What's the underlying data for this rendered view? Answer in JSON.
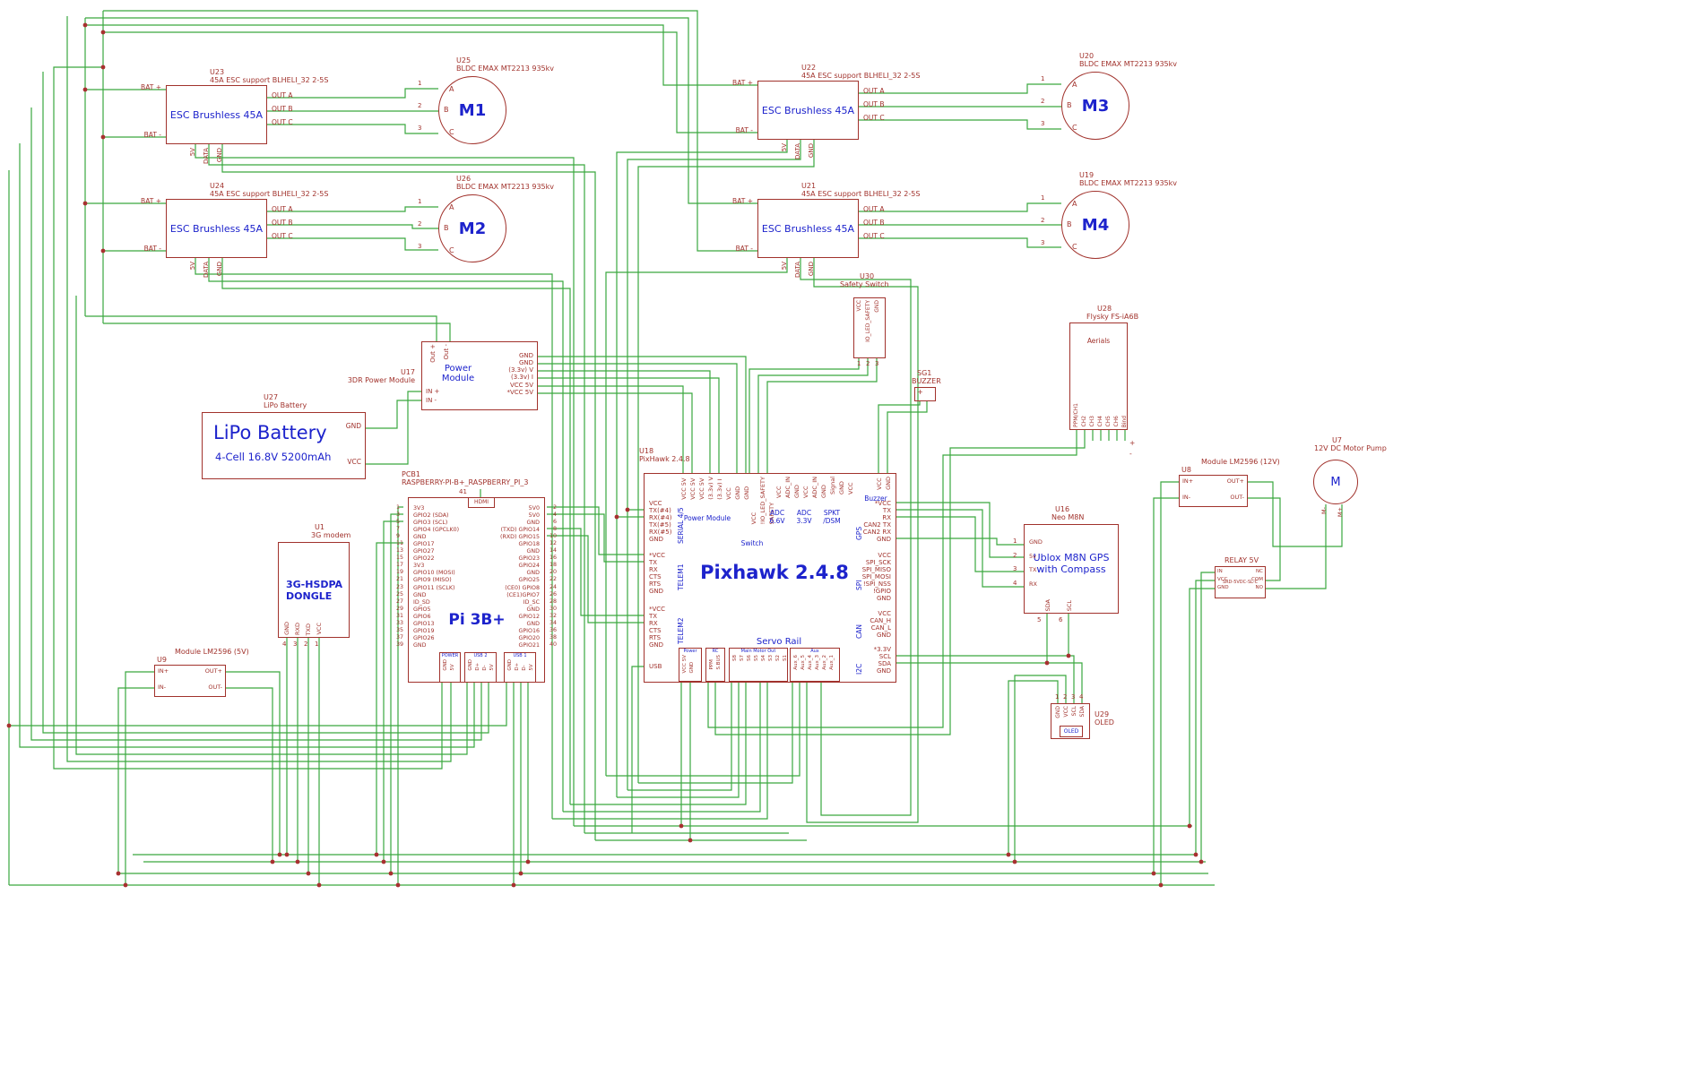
{
  "colors": {
    "wire": "#3aa83f",
    "outline": "#a1322c",
    "label": "#1d23cc",
    "junction": "#a83030",
    "background": "#ffffff"
  },
  "escs": [
    {
      "ref": "U23",
      "desc": "45A ESC support BLHELI_32 2-5S",
      "label": "ESC Brushless 45A",
      "pins_left": [
        "BAT +",
        "BAT -"
      ],
      "pins_right": [
        "OUT A",
        "OUT B",
        "OUT C"
      ],
      "pins_bottom": [
        "5V",
        "DATA",
        "GND"
      ]
    },
    {
      "ref": "U24",
      "desc": "45A ESC support BLHELI_32 2-5S",
      "label": "ESC Brushless 45A",
      "pins_left": [
        "BAT +",
        "BAT -"
      ],
      "pins_right": [
        "OUT A",
        "OUT B",
        "OUT C"
      ],
      "pins_bottom": [
        "5V",
        "DATA",
        "GND"
      ]
    },
    {
      "ref": "U22",
      "desc": "45A ESC support BLHELI_32 2-5S",
      "label": "ESC Brushless 45A",
      "pins_left": [
        "BAT +",
        "BAT -"
      ],
      "pins_right": [
        "OUT A",
        "OUT B",
        "OUT C"
      ],
      "pins_bottom": [
        "5V",
        "DATA",
        "GND"
      ]
    },
    {
      "ref": "U21",
      "desc": "45A ESC support BLHELI_32 2-5S",
      "label": "ESC Brushless 45A",
      "pins_left": [
        "BAT +",
        "BAT -"
      ],
      "pins_right": [
        "OUT A",
        "OUT B",
        "OUT C"
      ],
      "pins_bottom": [
        "5V",
        "DATA",
        "GND"
      ]
    }
  ],
  "motors": [
    {
      "ref": "U25",
      "desc": "BLDC EMAX MT2213 935kv",
      "label": "M1",
      "phases": [
        "A",
        "B",
        "C"
      ],
      "pin_numbers": [
        "1",
        "2",
        "3"
      ]
    },
    {
      "ref": "U26",
      "desc": "BLDC EMAX MT2213 935kv",
      "label": "M2",
      "phases": [
        "A",
        "B",
        "C"
      ],
      "pin_numbers": [
        "1",
        "2",
        "3"
      ]
    },
    {
      "ref": "U20",
      "desc": "BLDC EMAX MT2213 935kv",
      "label": "M3",
      "phases": [
        "A",
        "B",
        "C"
      ],
      "pin_numbers": [
        "1",
        "2",
        "3"
      ]
    },
    {
      "ref": "U19",
      "desc": "BLDC EMAX MT2213 935kv",
      "label": "M4",
      "phases": [
        "A",
        "B",
        "C"
      ],
      "pin_numbers": [
        "1",
        "2",
        "3"
      ]
    }
  ],
  "safety_switch": {
    "ref": "U30",
    "desc": "Safety Switch",
    "pins": [
      {
        "num": "1",
        "name": "VCC"
      },
      {
        "num": "2",
        "name": "IO_LED_SAFETY"
      },
      {
        "num": "3",
        "name": "GND"
      }
    ]
  },
  "buzzer": {
    "ref": "SG1",
    "desc": "BUZZER",
    "plus": "+"
  },
  "power_module": {
    "ref": "U17",
    "desc": "3DR Power Module",
    "label": "Power Module",
    "pins_top": [
      "Out +",
      "Out -"
    ],
    "pins_left": [
      "IN +",
      "IN -"
    ],
    "pins_right": [
      "GND",
      "GND",
      "(3.3v) V",
      "(3.3v) I",
      "VCC 5V",
      "*VCC 5V"
    ]
  },
  "battery": {
    "ref": "U27",
    "desc": "LiPo Battery",
    "label": "LiPo Battery",
    "sublabel": "4-Cell 16.8V 5200mAh",
    "pins_right": [
      "GND",
      "VCC"
    ]
  },
  "receiver": {
    "ref": "U28",
    "desc": "Flysky FS-iA6B",
    "top_label": "Aerials",
    "pins_bottom": [
      "PPM/CH1",
      "CH2",
      "CH3",
      "CH4",
      "CH5",
      "CH6",
      "Bind"
    ],
    "pins_right": [
      "+",
      "-"
    ]
  },
  "pixhawk": {
    "ref": "U18",
    "desc": "PixHawk 2.4.8",
    "label": "Pixhawk 2.4.8",
    "usb_pin": "USB",
    "servo_label": "Servo Rail",
    "top_groups": [
      {
        "label": "Power Module",
        "pins": [
          "VCC 5V",
          "VCC 5V",
          "VCC 5V",
          "(3.3v) V",
          "(3.3v) I",
          "VCC",
          "GND",
          "GND"
        ]
      },
      {
        "label": "Switch",
        "pins": [
          "VCC",
          "!IO_LED_SAFETY",
          "SAFETY"
        ]
      },
      {
        "label": "ADC 6.6V",
        "pins": [
          "VCC",
          "ADC_IN",
          "GND"
        ]
      },
      {
        "label": "ADC 3.3V",
        "pins": [
          "VCC",
          "ADC_IN",
          "GND"
        ]
      },
      {
        "label": "SPKT /DSM",
        "pins": [
          "Signal",
          "GND",
          "VCC"
        ]
      },
      {
        "label": "Buzzer",
        "pins": [
          "VCC",
          "GND"
        ]
      }
    ],
    "left_groups": [
      {
        "label": "SERIAL 4/5",
        "pins": [
          "VCC",
          "TX(#4)",
          "RX(#4)",
          "TX(#5)",
          "RX(#5)",
          "GND"
        ]
      },
      {
        "label": "TELEM1",
        "pins": [
          "*VCC",
          "TX",
          "RX",
          "CTS",
          "RTS",
          "GND"
        ]
      },
      {
        "label": "TELEM2",
        "pins": [
          "*VCC",
          "TX",
          "RX",
          "CTS",
          "RTS",
          "GND"
        ]
      }
    ],
    "right_groups": [
      {
        "label": "GPS",
        "pins": [
          "*VCC",
          "TX",
          "RX",
          "CAN2 TX",
          "CAN2 RX",
          "GND"
        ]
      },
      {
        "label": "SPI",
        "pins": [
          "VCC",
          "SPI_SCK",
          "SPI_MISO",
          "SPI_MOSI",
          "!SPI_NSS",
          "!GPIO",
          "GND"
        ]
      },
      {
        "label": "CAN",
        "pins": [
          "VCC",
          "CAN_H",
          "CAN_L",
          "GND"
        ]
      },
      {
        "label": "I2C",
        "pins": [
          "*3.3V",
          "SCL",
          "SDA",
          "GND"
        ]
      }
    ],
    "bottom_groups": [
      {
        "label": "Power",
        "pins": [
          "VCC 5V",
          "GND"
        ]
      },
      {
        "label": "RC",
        "pins": [
          "PPM",
          "S.BUS"
        ]
      },
      {
        "label": "Main Motor Out",
        "pins": [
          "S8",
          "S7",
          "S6",
          "S5",
          "S4",
          "S3",
          "S2",
          "S1"
        ]
      },
      {
        "label": "Aux",
        "pins": [
          "Aux_6",
          "Aux_5",
          "Aux_4",
          "Aux_3",
          "Aux_2",
          "Aux_1"
        ]
      }
    ]
  },
  "raspberry_pi": {
    "ref": "PCB1",
    "desc": "RASPBERRY-PI-B+_RASPBERRY_PI_3",
    "label": "Pi 3B+",
    "hdmi": {
      "num": "41",
      "label": "HDMI"
    },
    "left_pins": [
      {
        "num": "1",
        "name": "3V3"
      },
      {
        "num": "3",
        "name": "GPIO2 (SDA)"
      },
      {
        "num": "5",
        "name": "GPIO3 (SCL)"
      },
      {
        "num": "7",
        "name": "GPIO4 (GPCLK0)"
      },
      {
        "num": "9",
        "name": "GND"
      },
      {
        "num": "11",
        "name": "GPIO17"
      },
      {
        "num": "13",
        "name": "GPIO27"
      },
      {
        "num": "15",
        "name": "GPIO22"
      },
      {
        "num": "17",
        "name": "3V3"
      },
      {
        "num": "19",
        "name": "GPIO10 (MOSI)"
      },
      {
        "num": "21",
        "name": "GPIO9 (MISO)"
      },
      {
        "num": "23",
        "name": "GPIO11 (SCLK)"
      },
      {
        "num": "25",
        "name": "GND"
      },
      {
        "num": "27",
        "name": "ID_SD"
      },
      {
        "num": "29",
        "name": "GPIO5"
      },
      {
        "num": "31",
        "name": "GPIO6"
      },
      {
        "num": "33",
        "name": "GPIO13"
      },
      {
        "num": "35",
        "name": "GPIO19"
      },
      {
        "num": "37",
        "name": "GPIO26"
      },
      {
        "num": "39",
        "name": "GND"
      }
    ],
    "right_pins": [
      {
        "num": "2",
        "name": "5V0"
      },
      {
        "num": "4",
        "name": "5V0"
      },
      {
        "num": "6",
        "name": "GND"
      },
      {
        "num": "8",
        "name": "(TXD) GPIO14"
      },
      {
        "num": "10",
        "name": "(RXD) GPIO15"
      },
      {
        "num": "12",
        "name": "GPIO18"
      },
      {
        "num": "14",
        "name": "GND"
      },
      {
        "num": "16",
        "name": "GPIO23"
      },
      {
        "num": "18",
        "name": "GPIO24"
      },
      {
        "num": "20",
        "name": "GND"
      },
      {
        "num": "22",
        "name": "GPIO25"
      },
      {
        "num": "24",
        "name": "(CE0) GPIO8"
      },
      {
        "num": "26",
        "name": "(CE1)GPIO7"
      },
      {
        "num": "28",
        "name": "ID_SC"
      },
      {
        "num": "30",
        "name": "GND"
      },
      {
        "num": "32",
        "name": "GPIO12"
      },
      {
        "num": "34",
        "name": "GND"
      },
      {
        "num": "36",
        "name": "GPIO16"
      },
      {
        "num": "38",
        "name": "GPIO20"
      },
      {
        "num": "40",
        "name": "GPIO21"
      }
    ],
    "bottom_groups": [
      {
        "label": "POWER",
        "pins": [
          "GND",
          "5V"
        ]
      },
      {
        "label": "USB 2",
        "pins": [
          "GND",
          "D+",
          "D-",
          "5V"
        ]
      },
      {
        "label": "USB 1",
        "pins": [
          "GND",
          "D+",
          "D-",
          "5V"
        ]
      }
    ]
  },
  "modem": {
    "ref": "U1",
    "desc": "3G modem",
    "label_line1": "3G-HSDPA",
    "label_line2": "DONGLE",
    "pins_bottom": [
      {
        "num": "4",
        "name": "GND"
      },
      {
        "num": "3",
        "name": "RXD"
      },
      {
        "num": "2",
        "name": "TXD"
      },
      {
        "num": "1",
        "name": "VCC"
      }
    ]
  },
  "gps": {
    "ref": "U16",
    "desc": "Neo M8N",
    "label_line1": "Ublox M8N GPS",
    "label_line2": "with Compass",
    "pins_left": [
      {
        "num": "1",
        "name": "GND"
      },
      {
        "num": "2",
        "name": "5v"
      },
      {
        "num": "3",
        "name": "TX"
      },
      {
        "num": "4",
        "name": "RX"
      }
    ],
    "pins_bottom": [
      {
        "num": "5",
        "name": "SDA"
      },
      {
        "num": "6",
        "name": "SCL"
      }
    ]
  },
  "buck_5v": {
    "ref": "U9",
    "desc": "Module LM2596 (5V)",
    "pins_left": [
      "IN+",
      "IN-"
    ],
    "pins_right": [
      "OUT+",
      "OUT-"
    ]
  },
  "buck_12v": {
    "ref": "U8",
    "desc": "Module LM2596 (12V)",
    "pins_left": [
      "IN+",
      "IN-"
    ],
    "pins_right": [
      "OUT+",
      "OUT-"
    ]
  },
  "pump": {
    "ref": "U7",
    "desc": "12V DC Motor Pump",
    "label": "M",
    "pins_bottom": [
      "M-",
      "M+"
    ]
  },
  "relay": {
    "ref": "RELAY 5V",
    "desc": "SRD-5VDC-SL-C",
    "pins_left": [
      "IN",
      "VCC",
      "GND"
    ],
    "pins_right": [
      "NC",
      "COM",
      "NO"
    ]
  },
  "oled": {
    "ref": "U29",
    "desc": "OLED",
    "label": "OLED",
    "pins_top": [
      {
        "num": "1",
        "name": "GND"
      },
      {
        "num": "2",
        "name": "VCC"
      },
      {
        "num": "3",
        "name": "SCL"
      },
      {
        "num": "4",
        "name": "SDA"
      }
    ]
  }
}
